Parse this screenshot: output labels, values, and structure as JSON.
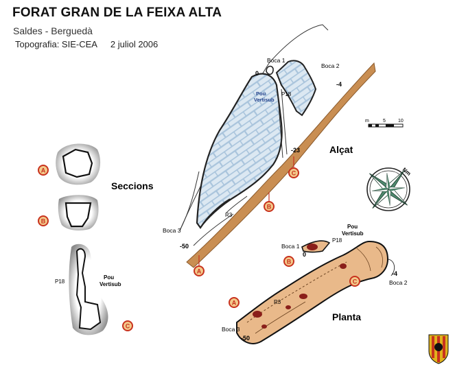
{
  "header": {
    "title": "FORAT GRAN DE LA FEIXA ALTA",
    "location": "Saldes - Berguedà",
    "survey": "Topografia: SIE-CEA",
    "date": "2 juliol 2006"
  },
  "profile": {
    "heading": "Alçat",
    "entrance1": "Boca 1",
    "entrance2": "Boca 2",
    "entrance3": "Boca 3",
    "depth_top": "0",
    "depth_boca2": "-4",
    "depth_mid": "-23",
    "depth_bottom": "-50",
    "shaft_code": "P18",
    "shaft_name_1": "Pou",
    "shaft_name_2": "Vertisub",
    "step_code": "R3",
    "marker_a": "A",
    "marker_b": "B",
    "marker_c": "C"
  },
  "scale": {
    "unit": "m",
    "tick_5": "5",
    "tick_10": "10"
  },
  "compass": {
    "north": "Nm"
  },
  "sections": {
    "heading": "Seccions",
    "marker_a": "A",
    "marker_b": "B",
    "marker_c": "C",
    "shaft_code": "P18",
    "shaft_name_1": "Pou",
    "shaft_name_2": "Vertisub"
  },
  "plan": {
    "heading": "Planta",
    "entrance1": "Boca 1",
    "entrance2": "Boca 2",
    "entrance3": "Boca 3",
    "depth_top": "0",
    "depth_boca2": "-4",
    "depth_bottom": "-50",
    "shaft_code": "P18",
    "shaft_name_1": "Pou",
    "shaft_name_2": "Vertisub",
    "step_code": "R3",
    "marker_a": "A",
    "marker_b": "B",
    "marker_c": "C"
  },
  "colors": {
    "rock": "#c98e52",
    "ice_fill": "#dce8f2",
    "ice_grid": "#a9c4dc",
    "marker_fill": "#f3c98a",
    "marker_ring": "#c8321e",
    "compass_fill": "#4f8a6f"
  }
}
